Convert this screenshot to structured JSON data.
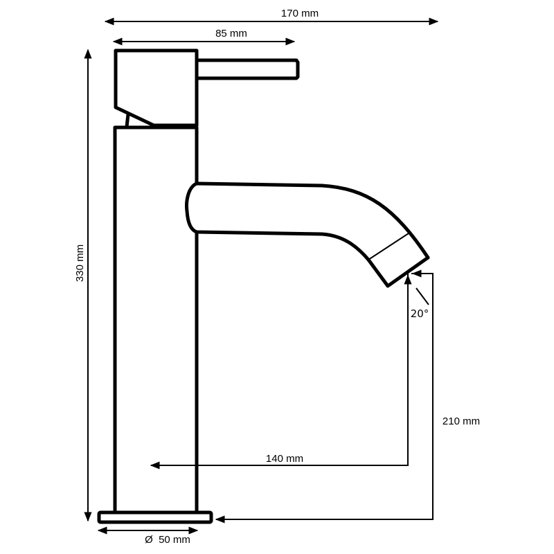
{
  "title": "Faucet dimension drawing",
  "dimensions": {
    "total_width": "170 mm",
    "handle_width": "85 mm",
    "height": "330 mm",
    "spout_reach": "140 mm",
    "spout_height": "210 mm",
    "spout_angle": "20°",
    "base_diameter": "Ø  50 mm"
  },
  "colors": {
    "line": "#000000",
    "background": "#ffffff"
  }
}
